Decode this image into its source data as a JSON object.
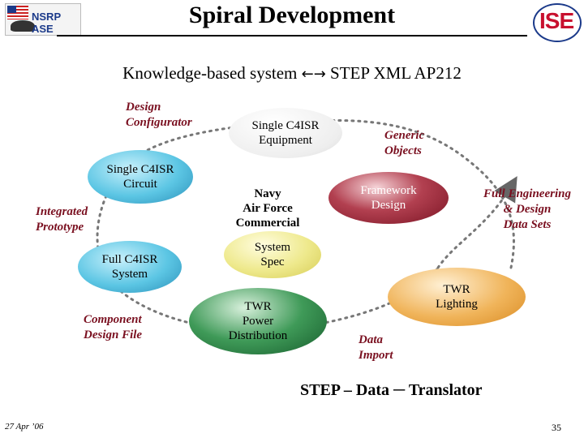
{
  "header": {
    "title": "Spiral Development",
    "left_logo_text": "NSRP ASE",
    "right_logo_text": "ISE"
  },
  "subtitle": {
    "left": "Knowledge-based system",
    "arrow": "←→",
    "right": "STEP XML AP212"
  },
  "labels": {
    "design_configurator": [
      "Design",
      "Configurator"
    ],
    "generic_objects": [
      "Generic",
      "Objects"
    ],
    "integrated_prototype": [
      "Integrated",
      "Prototype"
    ],
    "full_engineering": [
      "Full Engineering",
      "& Design",
      "Data Sets"
    ],
    "component_design_file": [
      "Component",
      "Design File"
    ],
    "data_import": [
      "Data",
      "Import"
    ]
  },
  "nodes": {
    "single_c4isr_equipment": [
      "Single C4ISR",
      "Equipment"
    ],
    "single_c4isr_circuit": [
      "Single C4ISR",
      "Circuit"
    ],
    "navy_air_force": [
      "Navy",
      "Air Force",
      "Commercial"
    ],
    "framework_design": [
      "Framework",
      "Design"
    ],
    "system_spec": [
      "System",
      "Spec"
    ],
    "full_c4isr_system": [
      "Full C4ISR",
      "System"
    ],
    "twr_lighting": [
      "TWR",
      "Lighting"
    ],
    "twr_power": [
      "TWR",
      "Power",
      "Distribution"
    ]
  },
  "footer": {
    "caption": "STEP – Data ─ Translator",
    "date": "27 Apr ’06",
    "page": "35"
  },
  "colors": {
    "cyan_node": "#3fb6d8",
    "green_node": "#1f7a3a",
    "red_node": "#8e1d2a",
    "yellow_node": "#e8e078",
    "orange_node": "#eaa23a",
    "label_text": "#7a1020"
  }
}
